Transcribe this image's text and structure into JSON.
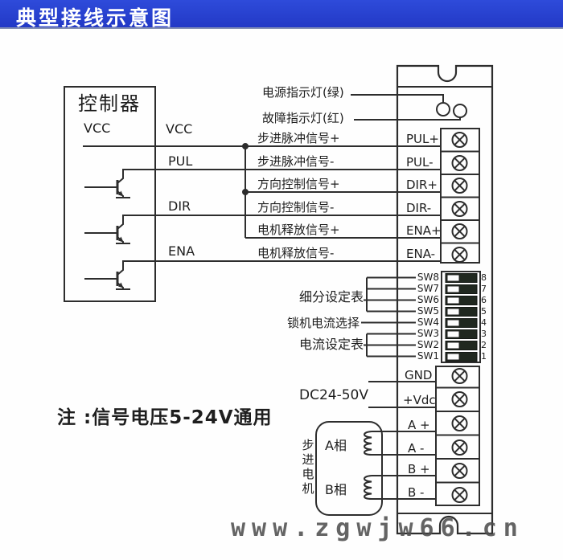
{
  "banner": {
    "title": "典型接线示意图"
  },
  "controller": {
    "title": "控制器",
    "vcc_inside": "VCC",
    "wires": {
      "vcc": "VCC",
      "pul": "PUL",
      "dir": "DIR",
      "ena": "ENA"
    }
  },
  "indicators": {
    "green": "电源指示灯(绿)",
    "red": "故障指示灯(红)"
  },
  "signals": {
    "labels": [
      "步进脉冲信号+",
      "步进脉冲信号-",
      "方向控制信号+",
      "方向控制信号-",
      "电机释放信号+",
      "电机释放信号-"
    ],
    "terminals": [
      "PUL+",
      "PUL-",
      "DIR+",
      "DIR-",
      "ENA+",
      "ENA-"
    ]
  },
  "dip": {
    "sw_labels": [
      "SW8",
      "SW7",
      "SW6",
      "SW5",
      "SW4",
      "SW3",
      "SW2",
      "SW1"
    ],
    "numbers": [
      "8",
      "7",
      "6",
      "5",
      "4",
      "3",
      "2",
      "1"
    ],
    "groups": {
      "subdivision": "细分设定表",
      "lock_current": "锁机电流选择",
      "current": "电流设定表"
    }
  },
  "power": {
    "supply": "DC24-50V",
    "terminals": [
      "GND",
      "+Vdc",
      "A +",
      "A -",
      "B +",
      "B -"
    ]
  },
  "motor": {
    "name": "步进电机",
    "phase_a": "A相",
    "phase_b": "B相"
  },
  "note": "注 :信号电压5-24V通用",
  "watermark": "www.zgwjw66.cn",
  "colors": {
    "banner": "#2a45d4",
    "line": "#2d2d2d",
    "dip_dark": "#20281f",
    "watermark": "#4f4f4f"
  }
}
